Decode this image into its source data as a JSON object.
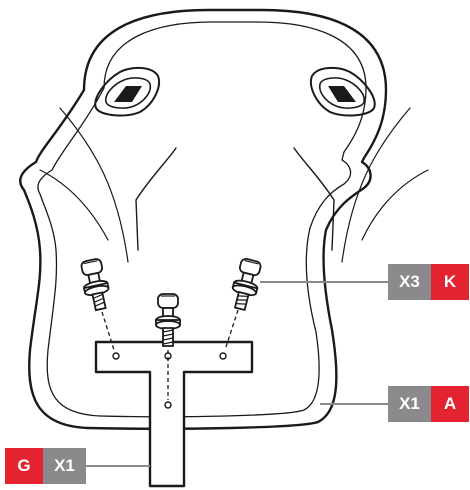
{
  "labels": {
    "screws": {
      "quantity": "X3",
      "letter": "K"
    },
    "backrest": {
      "quantity": "X1",
      "letter": "A"
    },
    "bracket": {
      "quantity": "X1",
      "letter": "G"
    }
  },
  "colors": {
    "outline": "#1a1a1a",
    "quantity_bg": "#8a8a8c",
    "letter_bg": "#e3232f",
    "leader": "#8a8a8c"
  },
  "icons": [
    "chair-backrest",
    "t-bracket",
    "bolt-screw"
  ]
}
